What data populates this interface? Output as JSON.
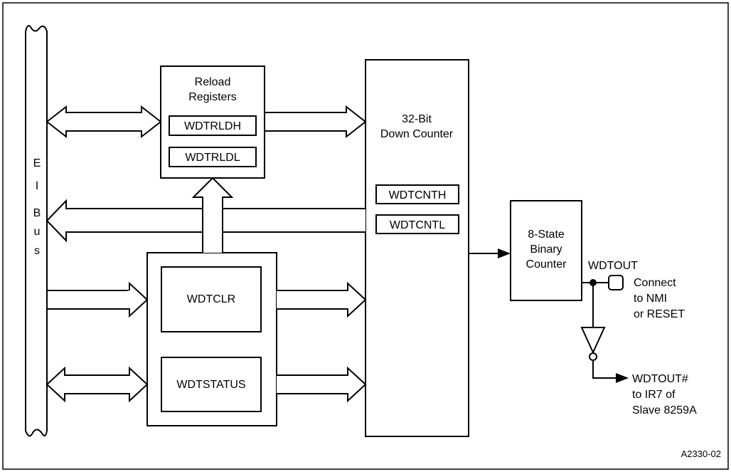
{
  "bus": {
    "letters": [
      "E",
      "I",
      "B",
      "u",
      "s"
    ]
  },
  "reload": {
    "title_line1": "Reload",
    "title_line2": "Registers",
    "high": "WDTRLDH",
    "low": "WDTRLDL"
  },
  "counter": {
    "title_line1": "32-Bit",
    "title_line2": "Down Counter",
    "high": "WDTCNTH",
    "low": "WDTCNTL"
  },
  "clear_reg": "WDTCLR",
  "status_reg": "WDTSTATUS",
  "binary_counter": {
    "line1": "8-State",
    "line2": "Binary",
    "line3": "Counter"
  },
  "wdtout": {
    "label": "WDTOUT",
    "connect_line1": "Connect",
    "connect_line2": "to NMI",
    "connect_line3": "or RESET"
  },
  "wdtout_n": {
    "label": "WDTOUT#",
    "line2": "to IR7 of",
    "line3": "Slave 8259A"
  },
  "figure_id": "A2330-02"
}
